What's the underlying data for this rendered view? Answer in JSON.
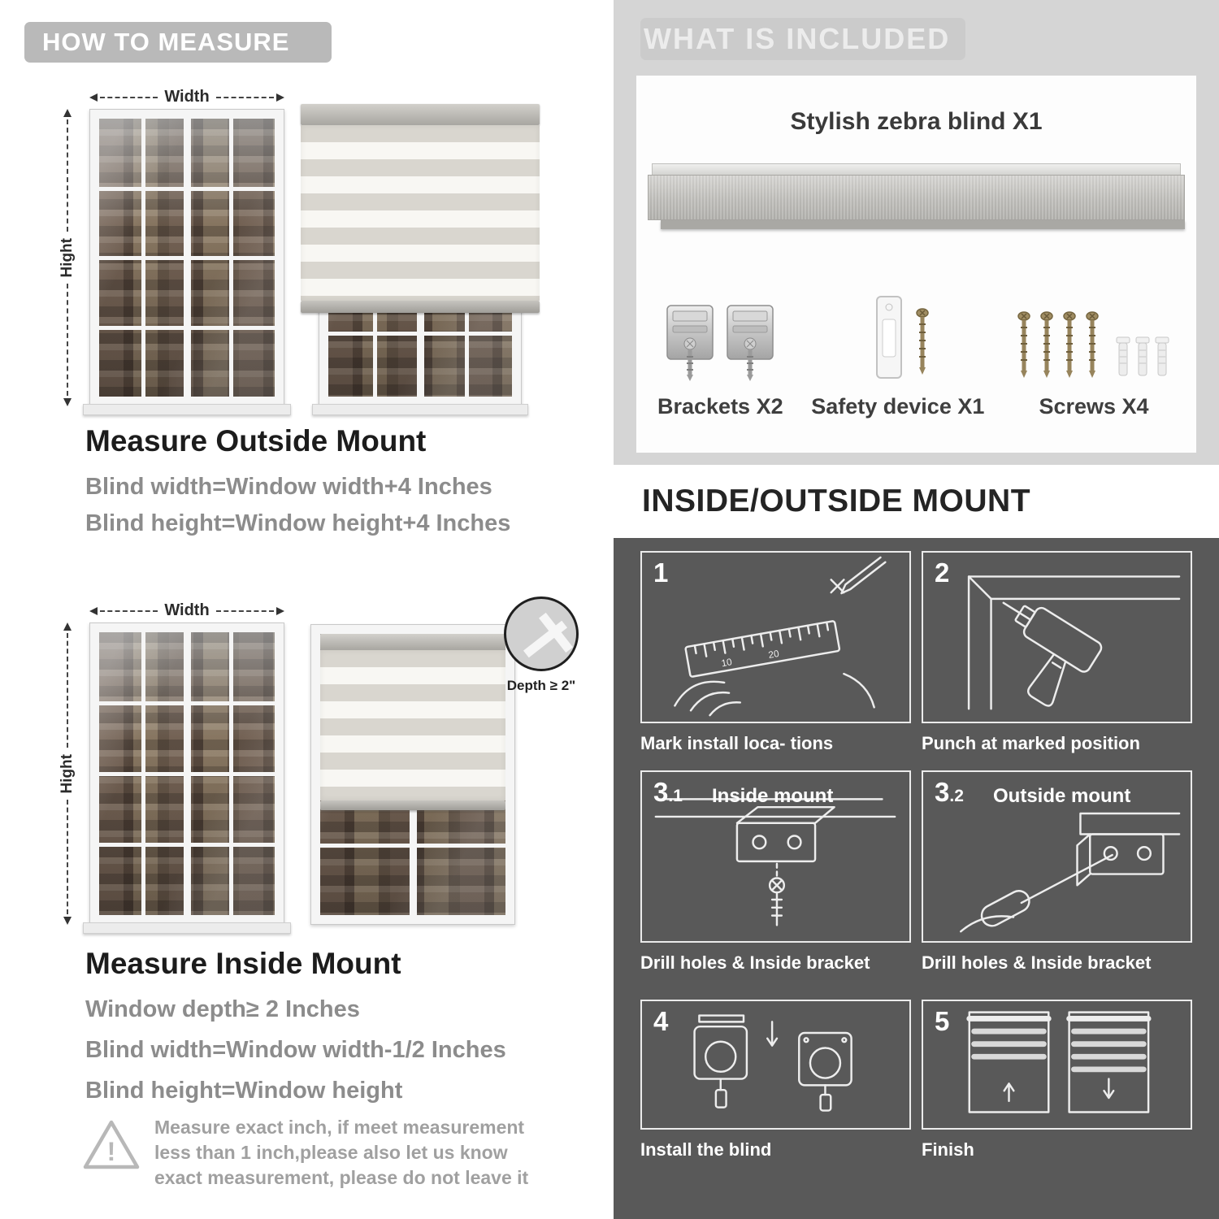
{
  "colors": {
    "badge_gray": "#b9b9b9",
    "panel_light": "#d5d5d5",
    "panel_dark": "#595959",
    "text_dark": "#1c1c1c",
    "text_gray": "#8c8c8c"
  },
  "how_to_measure": {
    "header": "HOW TO MEASURE",
    "outside": {
      "width_label": "Width",
      "height_label": "Hight",
      "title": "Measure Outside Mount",
      "lines": [
        "Blind width=Window width+4 Inches",
        "Blind height=Window height+4 Inches"
      ]
    },
    "inside": {
      "width_label": "Width",
      "height_label": "Hight",
      "depth_label": "Depth ≥ 2\"",
      "title": "Measure Inside Mount",
      "lines": [
        "Window depth≥ 2 Inches",
        "Blind width=Window width-1/2 Inches",
        "Blind height=Window height"
      ]
    },
    "warning_text": "Measure exact inch, if meet measurement less than 1 inch,please also let us know exact measurement, please do not leave it"
  },
  "included": {
    "header": "WHAT IS INCLUDED",
    "blind_label": "Stylish zebra blind X1",
    "items": [
      {
        "label": "Brackets X2",
        "icon": "brackets-icon"
      },
      {
        "label": "Safety device X1",
        "icon": "safety-device-icon"
      },
      {
        "label": "Screws X4",
        "icon": "screws-icon"
      }
    ]
  },
  "mount_guide": {
    "header": "INSIDE/OUTSIDE MOUNT",
    "steps": [
      {
        "num": "1",
        "sub": "",
        "title": "",
        "caption": "Mark install loca- tions"
      },
      {
        "num": "2",
        "sub": "",
        "title": "",
        "caption": "Punch at  marked position"
      },
      {
        "num": "3",
        "sub": ".1",
        "title": "Inside mount",
        "caption": "Drill holes &  Inside bracket"
      },
      {
        "num": "3",
        "sub": ".2",
        "title": "Outside mount",
        "caption": "Drill holes &  Inside bracket"
      },
      {
        "num": "4",
        "sub": "",
        "title": "",
        "caption": "Install the blind"
      },
      {
        "num": "5",
        "sub": "",
        "title": "",
        "caption": "Finish"
      }
    ]
  }
}
